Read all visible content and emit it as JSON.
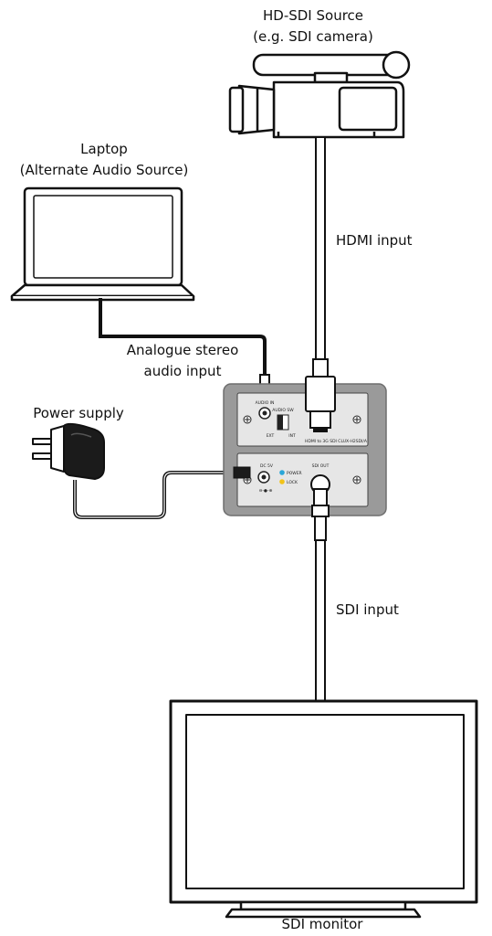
{
  "labels": {
    "source_line1": "HD-SDI Source",
    "source_line2": "(e.g. SDI camera)",
    "laptop_line1": "Laptop",
    "laptop_line2": "(Alternate Audio Source)",
    "hdmi_input": "HDMI input",
    "audio_line1": "Analogue stereo",
    "audio_line2": "audio input",
    "power_supply": "Power supply",
    "sdi_input": "SDI input",
    "monitor": "SDI monitor"
  },
  "device": {
    "audio_in": "AUDIO IN",
    "audio_sw": "AUDIO SW",
    "ext": "EXT",
    "int": "INT",
    "model": "HDMI to 3G SDI CLUX-H2SDI/A",
    "dc": "DC 5V",
    "power": "POWER",
    "lock": "LOCK",
    "sdi_out": "SDI OUT"
  },
  "colors": {
    "device_body": "#9a9a9a",
    "panel": "#e6e6e6",
    "power_led": "#2aa6d8",
    "lock_led": "#f2c318",
    "line": "#111111"
  }
}
